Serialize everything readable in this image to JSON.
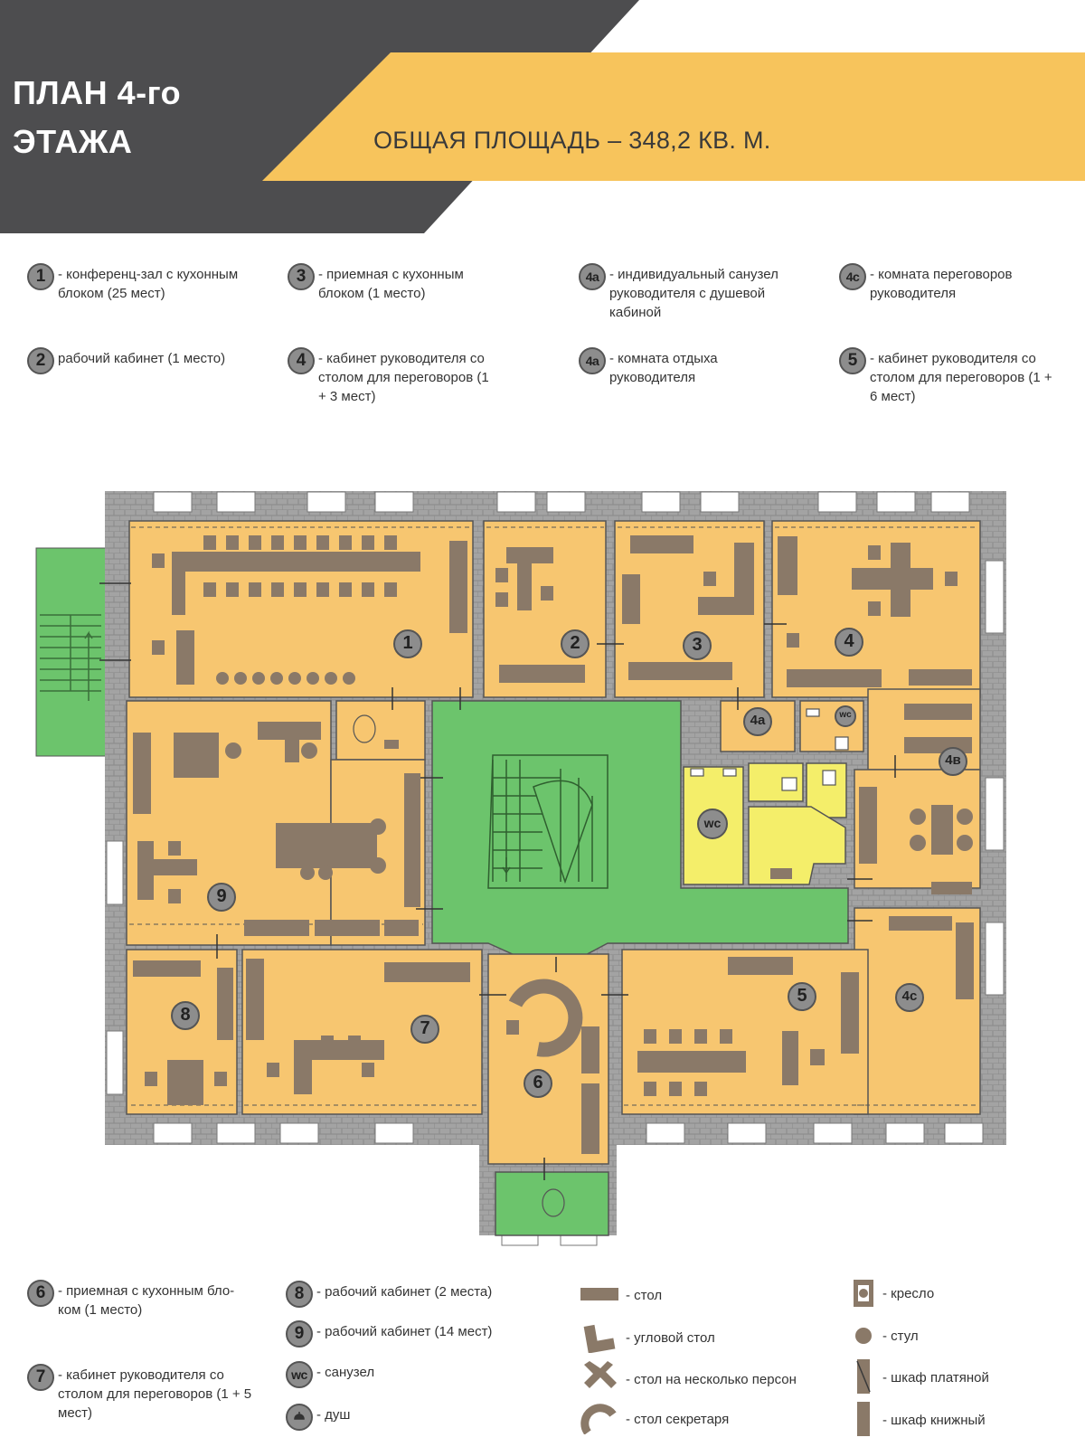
{
  "header": {
    "title_line1": "ПЛАН 4-го",
    "title_line2": "ЭТАЖА",
    "area": "ОБЩАЯ ПЛОЩАДЬ – 348,2 КВ. М.",
    "colors": {
      "dark": "#4d4d4f",
      "accent": "#f7c45c"
    }
  },
  "legend_top": [
    {
      "badge": "1",
      "text": "- конференц-зал с кухонным блоком (25 мест)"
    },
    {
      "badge": "3",
      "text": "- приемная с кухонным блоком (1 место)"
    },
    {
      "badge": "4a",
      "text": "- индивидуальный санузел руководителя с душевой кабиной"
    },
    {
      "badge": "4c",
      "text": "- комната переговоров руководителя"
    },
    {
      "badge": "2",
      "text": "рабочий кабинет (1 место)"
    },
    {
      "badge": "4",
      "text": "- кабинет руководителя со столом для переговоров (1 + 3 мест)"
    },
    {
      "badge": "4a",
      "text": "- комната отдыха руководителя"
    },
    {
      "badge": "5",
      "text": "- кабинет руководителя со столом для переговоров (1 + 6 мест)"
    }
  ],
  "rooms": [
    {
      "id": "1",
      "label": "1"
    },
    {
      "id": "2",
      "label": "2"
    },
    {
      "id": "3",
      "label": "3"
    },
    {
      "id": "4",
      "label": "4"
    },
    {
      "id": "4a",
      "label": "4a"
    },
    {
      "id": "4b",
      "label": "4в"
    },
    {
      "id": "4c",
      "label": "4c"
    },
    {
      "id": "5",
      "label": "5"
    },
    {
      "id": "6",
      "label": "6"
    },
    {
      "id": "7",
      "label": "7"
    },
    {
      "id": "8",
      "label": "8"
    },
    {
      "id": "9",
      "label": "9"
    },
    {
      "id": "wc",
      "label": "wc"
    },
    {
      "id": "wc2",
      "label": "wc"
    }
  ],
  "legend_bottom": [
    {
      "badge": "6",
      "text": "- приемная с кухонным бло- ком (1 место)"
    },
    {
      "badge": "7",
      "text": "- кабинет руководителя со столом для переговоров (1 + 5 мест)"
    },
    {
      "badge": "8",
      "text": "- рабочий кабинет (2 места)"
    },
    {
      "badge": "9",
      "text": "- рабочий кабинет (14 мест)"
    },
    {
      "badge": "wc",
      "text": "- санузел"
    },
    {
      "badge": "",
      "text": "- душ"
    }
  ],
  "symbols": [
    {
      "icon": "table-icon",
      "text": "- стол"
    },
    {
      "icon": "corner-desk-icon",
      "text": "- угловой стол"
    },
    {
      "icon": "group-table-icon",
      "text": "- стол на несколько персон"
    },
    {
      "icon": "secretary-desk-icon",
      "text": "- стол секретаря"
    },
    {
      "icon": "armchair-icon",
      "text": "- кресло"
    },
    {
      "icon": "chair-icon",
      "text": "- стул"
    },
    {
      "icon": "wardrobe-icon",
      "text": "- шкаф платяной"
    },
    {
      "icon": "bookcase-icon",
      "text": "- шкаф книжный"
    }
  ],
  "plan_colors": {
    "wall": "#9c9c9c",
    "room": "#f7c670",
    "hall": "#6cc46c",
    "wc": "#f4ee6a",
    "furniture": "#8a7968"
  }
}
